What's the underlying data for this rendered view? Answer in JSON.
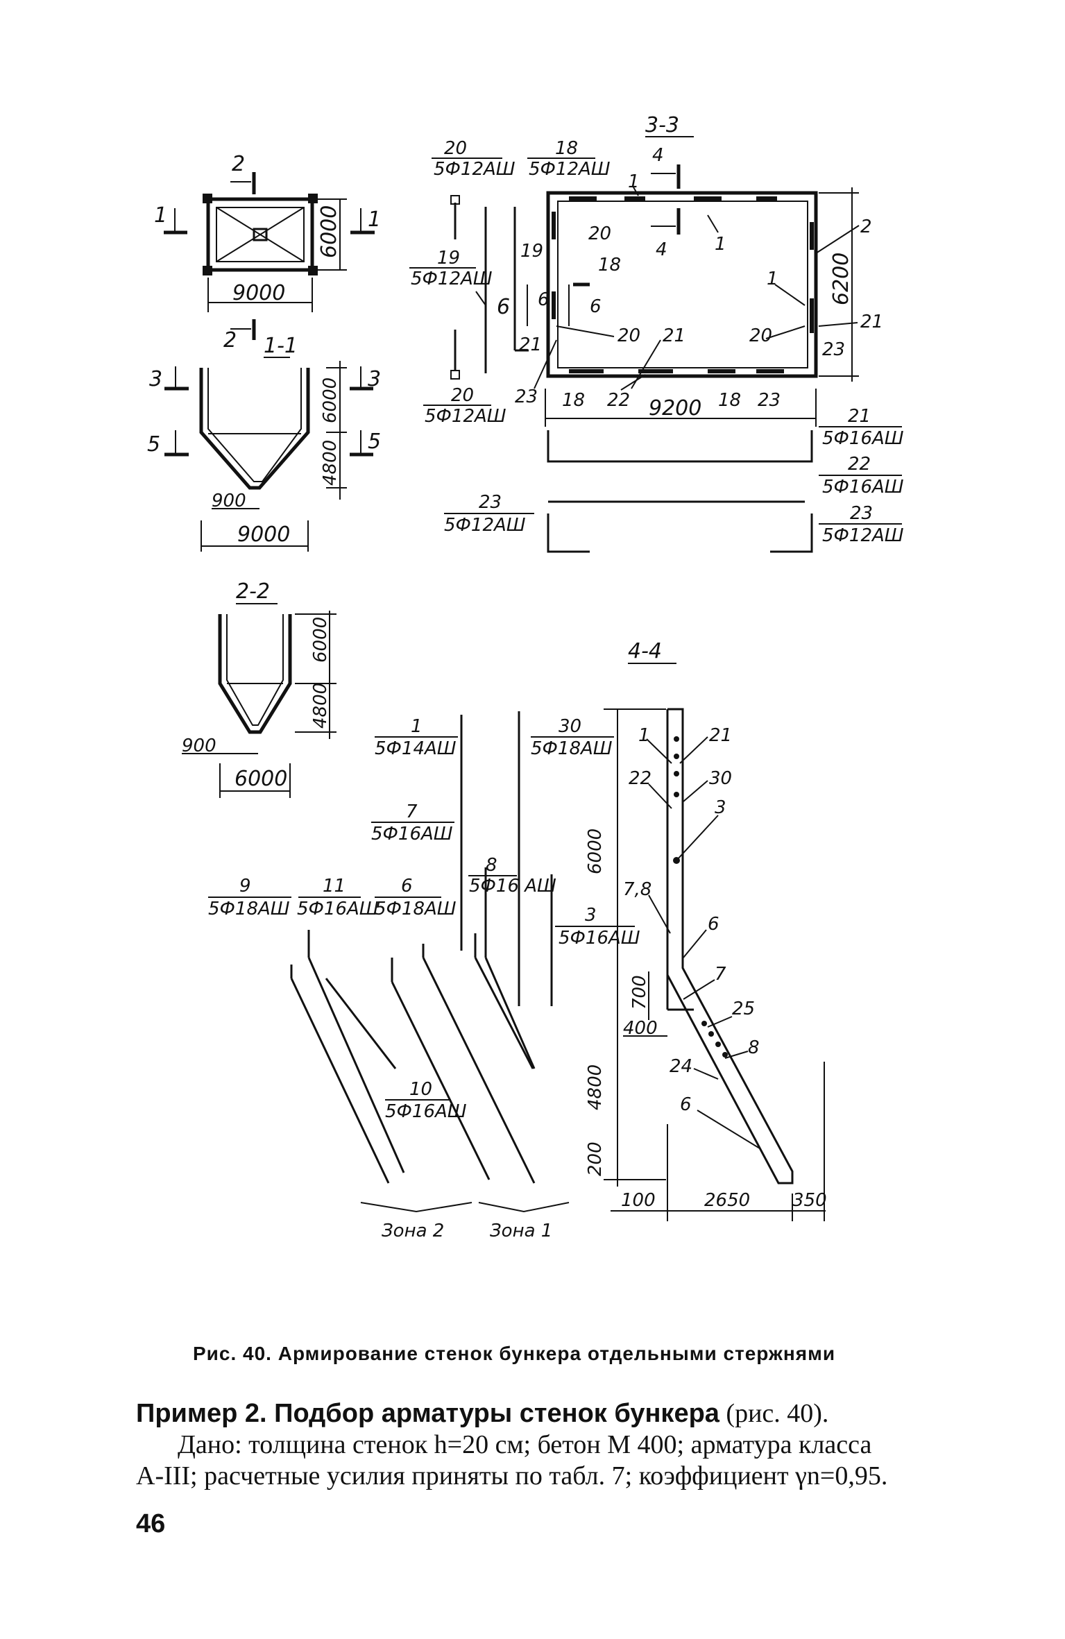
{
  "figure": {
    "sections": {
      "plan": "",
      "s11": "1-1",
      "s22": "2-2",
      "s33": "3-3",
      "s44": "4-4"
    },
    "cut_marks": [
      "1",
      "1",
      "2",
      "2",
      "3",
      "3",
      "5",
      "5",
      "4",
      "4",
      "6",
      "6"
    ],
    "dims": {
      "plan_w": "9000",
      "plan_h": "6000",
      "s11_top": "6000",
      "s11_bot": "4800",
      "s11_width": "9000",
      "s11_outlet": "900",
      "s22_top": "6000",
      "s22_bot": "4800",
      "s22_width": "6000",
      "s22_outlet": "900",
      "s33_width": "9200",
      "s33_height": "6200",
      "s44_top": "6000",
      "s44_h700": "700",
      "s44_h4800": "4800",
      "s44_h200": "200",
      "s44_400": "400",
      "s44_100": "100",
      "s44_2650": "2650",
      "s44_350": "350"
    },
    "bars": [
      {
        "num": "20",
        "spec": "5Ф12АШ"
      },
      {
        "num": "18",
        "spec": "5Ф12АШ"
      },
      {
        "num": "19",
        "spec": "5Ф12АШ"
      },
      {
        "num": "20",
        "spec": "5Ф12АШ"
      },
      {
        "num": "21",
        "spec": "5Ф16АШ"
      },
      {
        "num": "22",
        "spec": "5Ф16АШ"
      },
      {
        "num": "23",
        "spec": "5Ф12АШ"
      },
      {
        "num": "23",
        "spec": "5Ф12АШ"
      },
      {
        "num": "1",
        "spec": "5Ф14АШ"
      },
      {
        "num": "30",
        "spec": "5Ф18АШ"
      },
      {
        "num": "7",
        "spec": "5Ф16АШ"
      },
      {
        "num": "8",
        "spec": "5Ф16 АШ"
      },
      {
        "num": "3",
        "spec": "5Ф16АШ"
      },
      {
        "num": "9",
        "spec": "5Ф18АШ"
      },
      {
        "num": "11",
        "spec": "5Ф16АШ"
      },
      {
        "num": "6",
        "spec": "5Ф18АШ"
      },
      {
        "num": "10",
        "spec": "5Ф16АШ"
      }
    ],
    "s33_labels": [
      "1",
      "20",
      "19",
      "4",
      "1",
      "18",
      "6",
      "2",
      "1",
      "20",
      "21",
      "21",
      "23",
      "20",
      "21",
      "23",
      "18",
      "22",
      "18",
      "23",
      "6"
    ],
    "s44_labels": [
      "1",
      "21",
      "22",
      "30",
      "3",
      "7,8",
      "6",
      "7",
      "25",
      "8",
      "24",
      "6"
    ],
    "zones": [
      "Зона 2",
      "Зона 1"
    ]
  },
  "caption": "Рис. 40. Армирование стенок бункера отдельными стержнями",
  "example": {
    "heading": "Пример 2. Подбор арматуры стенок бункера",
    "heading_ref": "(рис. 40).",
    "line1": "Дано: толщина стенок h=20 см; бетон М 400; арматура класса",
    "line2": "A-III; расчетные усилия приняты по табл. 7; коэффициент γn=0,95."
  },
  "page_number": "46"
}
